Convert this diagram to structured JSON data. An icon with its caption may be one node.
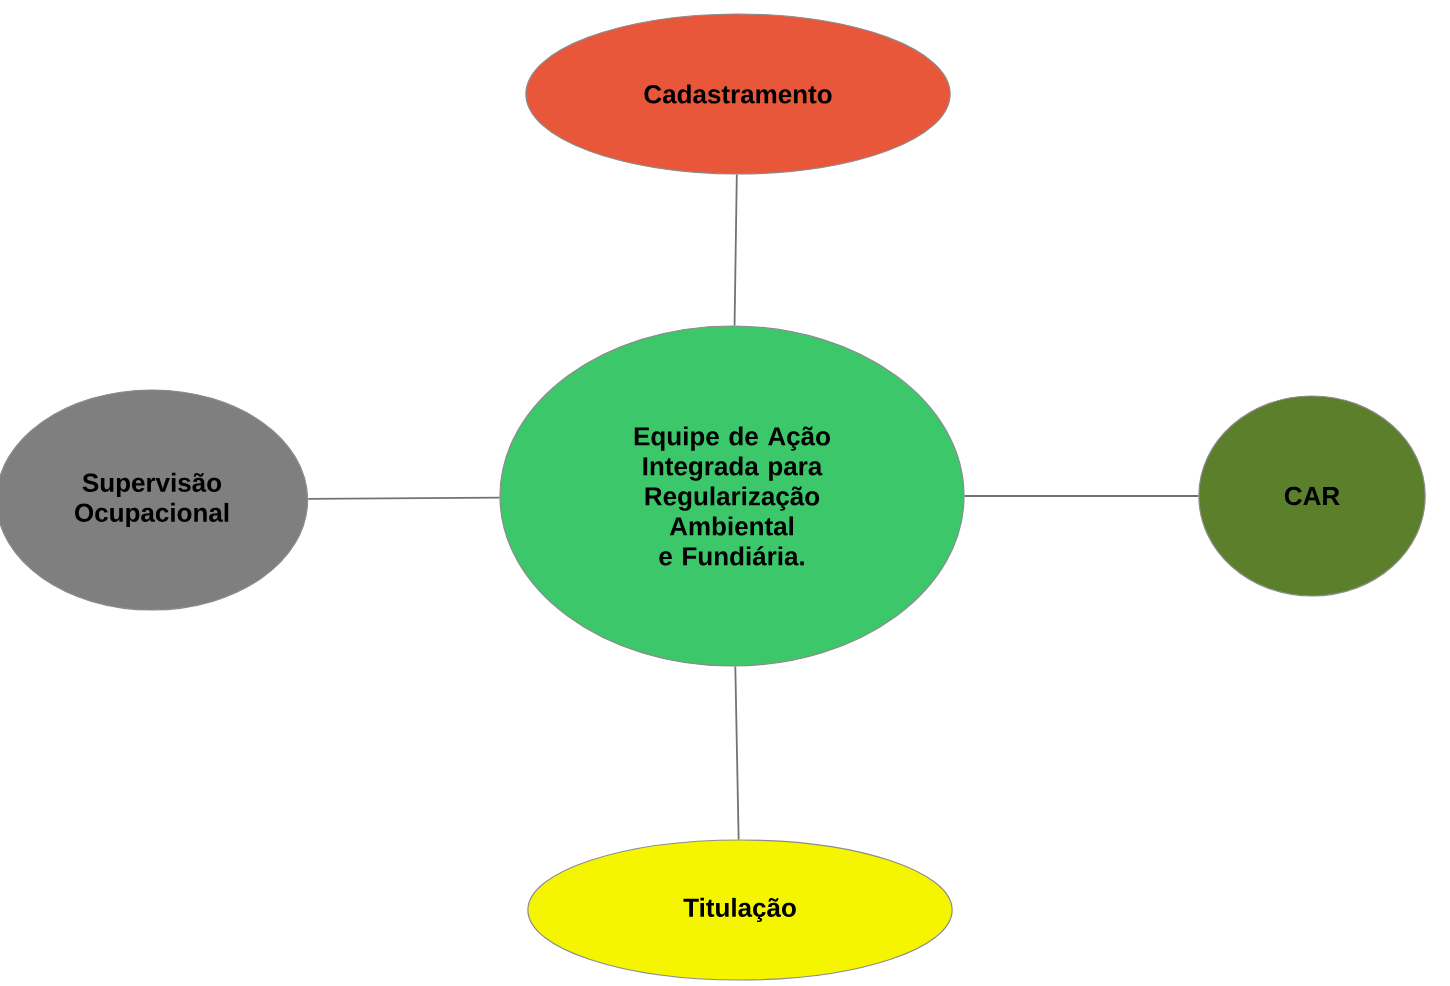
{
  "diagram": {
    "nodes": [
      {
        "text": [
          "Cadastramento"
        ]
      },
      {
        "text": [
          "Supervisão Ocupacional"
        ]
      },
      {
        "text": [
          "Equipe de Ação Integrada para Regularização Ambiental e Fundiária."
        ]
      },
      {
        "text": [
          "CAR"
        ]
      },
      {
        "text": [
          "Titulação"
        ]
      }
    ],
    "edges": [
      {
        "from": 2,
        "to": 0,
        "arrow": "none"
      },
      {
        "from": 2,
        "to": 1,
        "arrow": "none"
      },
      {
        "from": 2,
        "to": 3,
        "arrow": "none"
      },
      {
        "from": 2,
        "to": 4,
        "arrow": "none"
      }
    ]
  }
}
